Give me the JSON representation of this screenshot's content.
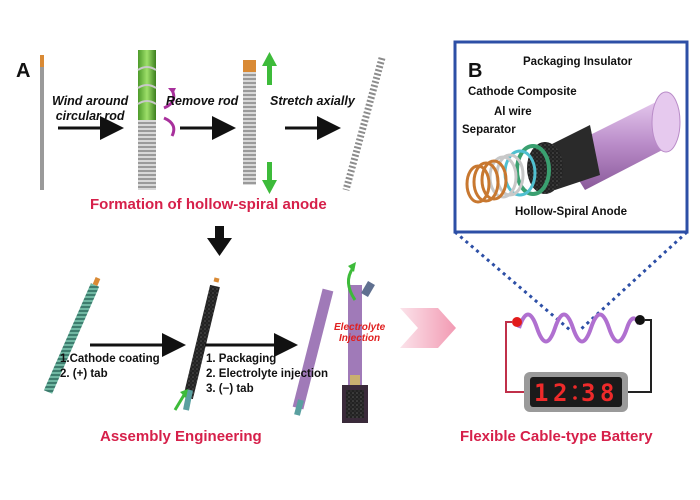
{
  "panel_a": {
    "label": "A",
    "steps": {
      "wind": [
        "Wind around",
        "circular rod"
      ],
      "remove": "Remove rod",
      "stretch": "Stretch axially"
    },
    "formation_title": "Formation of hollow-spiral anode",
    "assembly_steps_1": [
      "1.Cathode coating",
      "2. (+) tab"
    ],
    "assembly_steps_2": [
      "1. Packaging",
      "2. Electrolyte injection",
      "3. (−) tab"
    ],
    "injection_label": [
      "Electrolyte",
      "Injection"
    ],
    "assembly_title": "Assembly Engineering"
  },
  "panel_b": {
    "label": "B",
    "labels": {
      "packaging_insulator": "Packaging Insulator",
      "cathode_composite": "Cathode Composite",
      "al_wire": "Al wire",
      "separator": "Separator",
      "hollow_spiral_anode": "Hollow-Spiral Anode"
    },
    "battery_title": "Flexible Cable-type Battery"
  },
  "display": {
    "digits": [
      "1",
      "2",
      "3",
      "8"
    ]
  },
  "colors": {
    "title_red": "#d6204a",
    "green_arrow": "#3dbb3a",
    "purple_arrow": "#a8309c",
    "panel_border": "#2d4fa6",
    "spiral_purple": "#b070d0",
    "copper": "#c87830",
    "seven_segment_red": "#ee2a2a"
  }
}
